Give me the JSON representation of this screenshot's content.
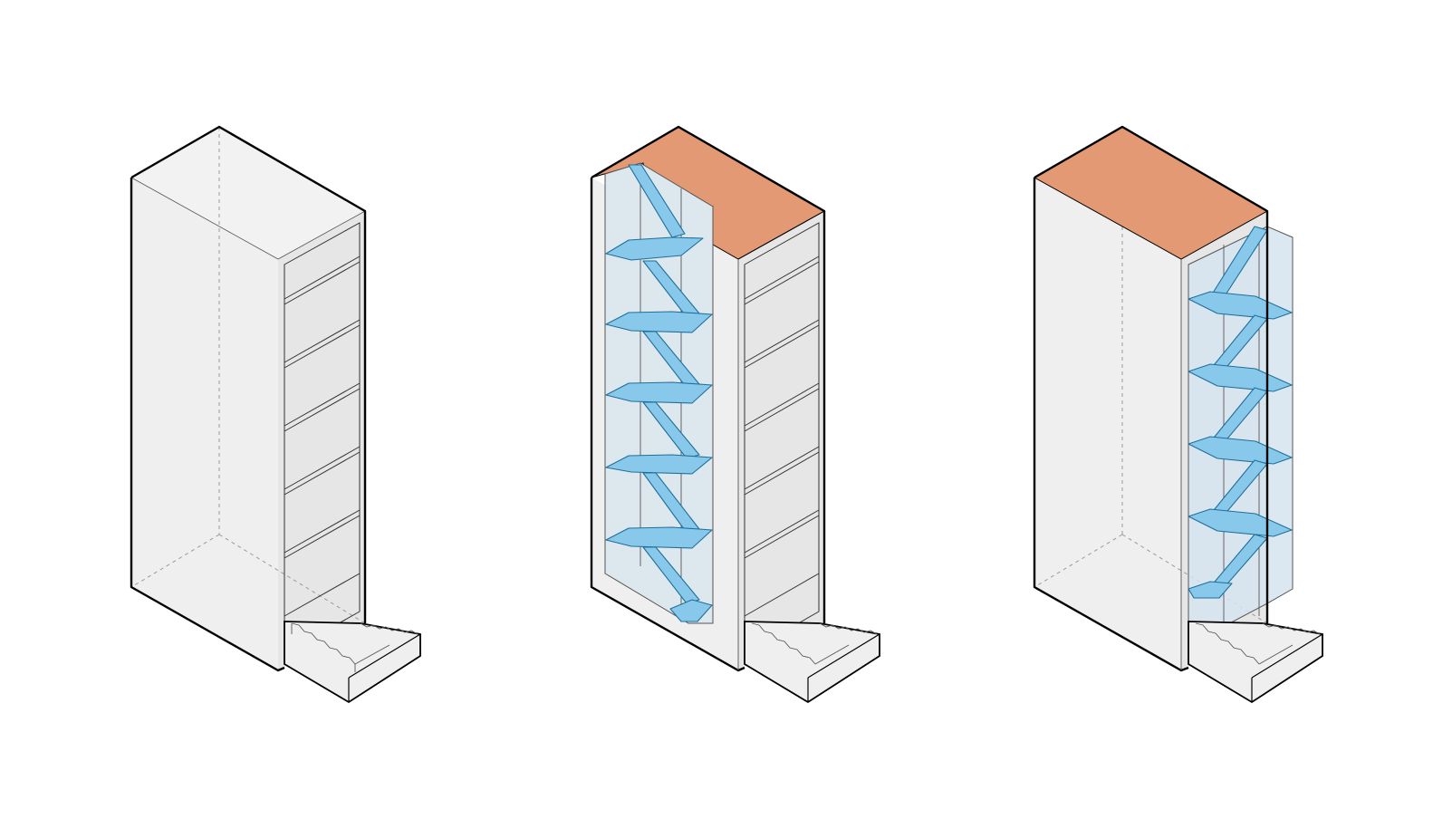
{
  "diagram": {
    "panels": [
      {
        "id": "tower-solid"
      },
      {
        "id": "tower-internal-stair"
      },
      {
        "id": "tower-external-stair"
      }
    ],
    "floors": 6,
    "colors": {
      "background": "#ffffff",
      "wall_fill": "#efefef",
      "outline": "#000000",
      "hidden_line": "#9a9a9a",
      "roof": "#e39a74",
      "glass_fill": "#dde7ee",
      "stair_fill": "#88c8ea",
      "stair_outline": "#1f6f9a"
    }
  }
}
